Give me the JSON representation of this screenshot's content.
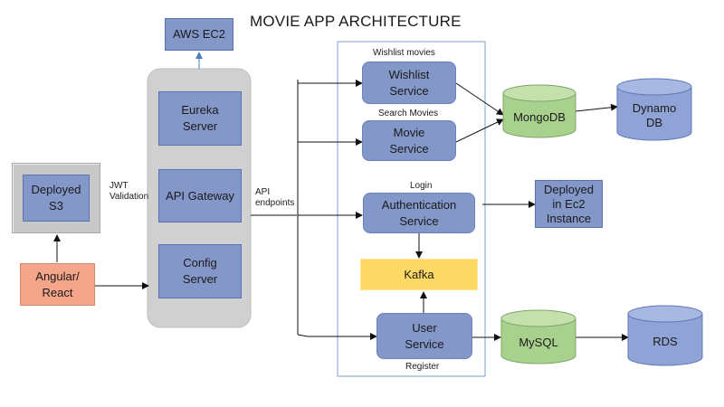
{
  "title": "MOVIE APP ARCHITECTURE",
  "colors": {
    "service_fill": "#8497c9",
    "service_border": "#6b80bb",
    "gateway_panel": "#d0d0d0",
    "s3_panel": "#c8c8c8",
    "client_fill": "#f4a58a",
    "kafka_fill": "#ffd966",
    "db_green": "#a9d18e",
    "db_blue": "#8fa3d6",
    "connector_arrow": "#4a7ec2",
    "region_border": "#7f9fd0"
  },
  "nodes": {
    "aws_ec2": "AWS EC2",
    "eureka": "Eureka\nServer",
    "api_gateway": "API Gateway",
    "config_server": "Config\nServer",
    "deployed_s3": "Deployed\nS3",
    "client": "Angular/\nReact",
    "wishlist_service": "Wishlist\nService",
    "movie_service": "Movie\nService",
    "auth_service": "Authentication\nService",
    "kafka": "Kafka",
    "user_service": "User\nService",
    "deployed_ec2": "Deployed\nin Ec2\nInstance"
  },
  "databases": {
    "mongodb": "MongoDB",
    "dynamodb": "Dynamo\nDB",
    "mysql": "MySQL",
    "rds": "RDS"
  },
  "labels": {
    "jwt": "JWT\nValidation",
    "api_endpoints": "API\nendpoints",
    "wishlist_movies": "Wishlist movies",
    "search_movies": "Search Movies",
    "login": "Login",
    "register": "Register"
  }
}
